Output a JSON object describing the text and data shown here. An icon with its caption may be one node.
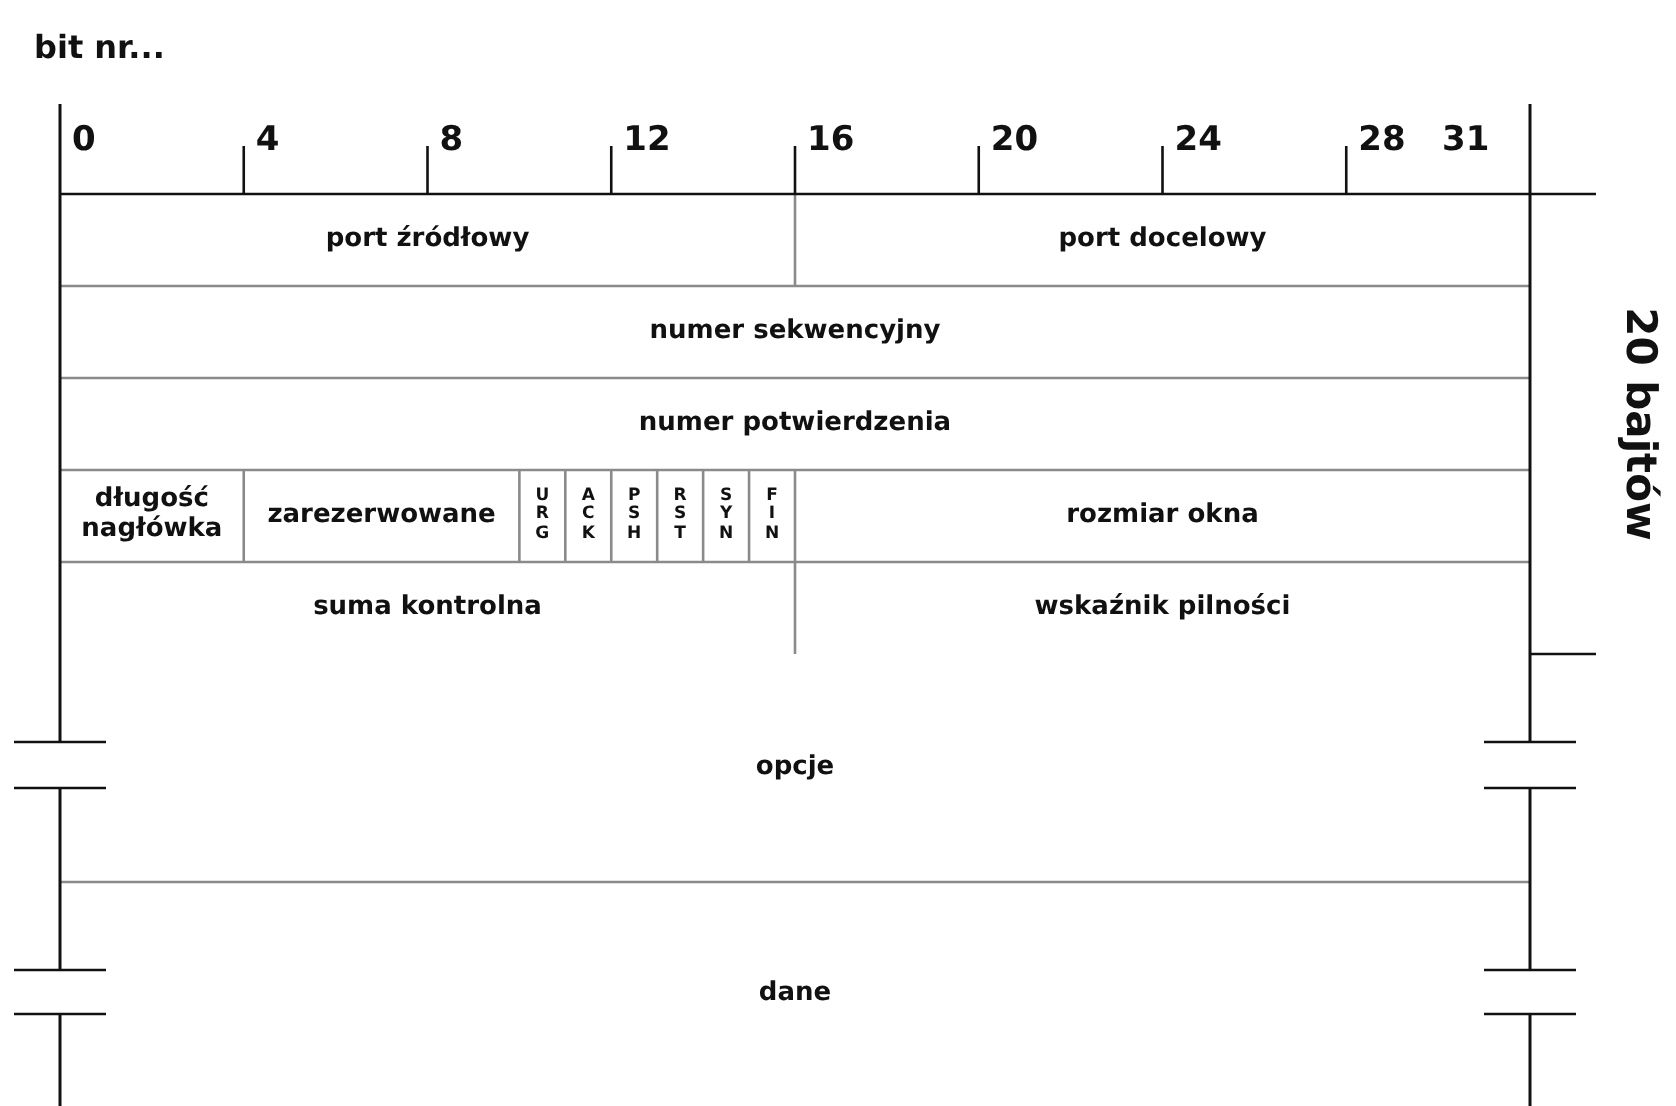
{
  "diagram": {
    "nodes": [
      {
        "text": [
          "port źródłowy"
        ]
      },
      {
        "text": [
          "port docelowy"
        ]
      },
      {
        "text": [
          "numer sekwencyjny"
        ]
      },
      {
        "text": [
          "numer potwierdzenia"
        ]
      },
      {
        "text": [
          "długość nagłówka"
        ]
      },
      {
        "text": [
          "zarezerwowane"
        ]
      },
      {
        "text": [
          "U R G"
        ]
      },
      {
        "text": [
          "A C K"
        ]
      },
      {
        "text": [
          "P S H"
        ]
      },
      {
        "text": [
          "R S T"
        ]
      },
      {
        "text": [
          "S Y N"
        ]
      },
      {
        "text": [
          "F I N"
        ]
      },
      {
        "text": [
          "rozmiar okna"
        ]
      },
      {
        "text": [
          "suma kontrolna"
        ]
      },
      {
        "text": [
          "wskaźnik pilności"
        ]
      },
      {
        "text": [
          "opcje"
        ]
      },
      {
        "text": [
          "dane"
        ]
      }
    ],
    "edges": [],
    "labels": [
      "bit nr...",
      "0",
      "4",
      "8",
      "12",
      "16",
      "20",
      "24",
      "28",
      "31",
      "20 bajtów"
    ]
  }
}
